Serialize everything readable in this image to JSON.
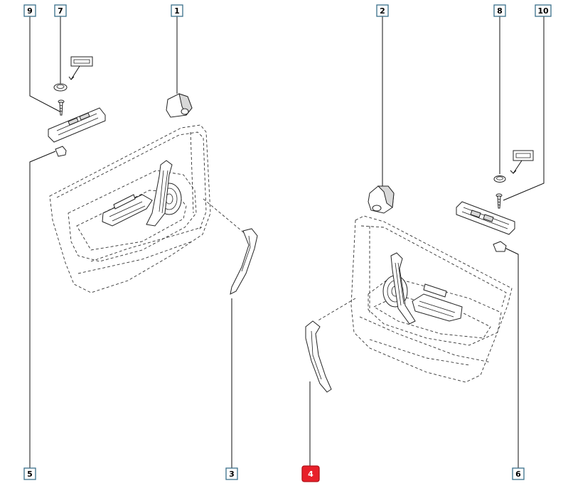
{
  "colors": {
    "callout_border": "#3a6f8a",
    "highlight_fill": "#e8202a",
    "line": "#111111",
    "background": "#ffffff"
  },
  "callouts": [
    {
      "id": "c9",
      "label": "9",
      "highlighted": false
    },
    {
      "id": "c7",
      "label": "7",
      "highlighted": false
    },
    {
      "id": "c1",
      "label": "1",
      "highlighted": false
    },
    {
      "id": "c2",
      "label": "2",
      "highlighted": false
    },
    {
      "id": "c8",
      "label": "8",
      "highlighted": false
    },
    {
      "id": "c10",
      "label": "10",
      "highlighted": false
    },
    {
      "id": "c5",
      "label": "5",
      "highlighted": false
    },
    {
      "id": "c3",
      "label": "3",
      "highlighted": false
    },
    {
      "id": "c4",
      "label": "4",
      "highlighted": true
    },
    {
      "id": "c6",
      "label": "6",
      "highlighted": false
    }
  ]
}
